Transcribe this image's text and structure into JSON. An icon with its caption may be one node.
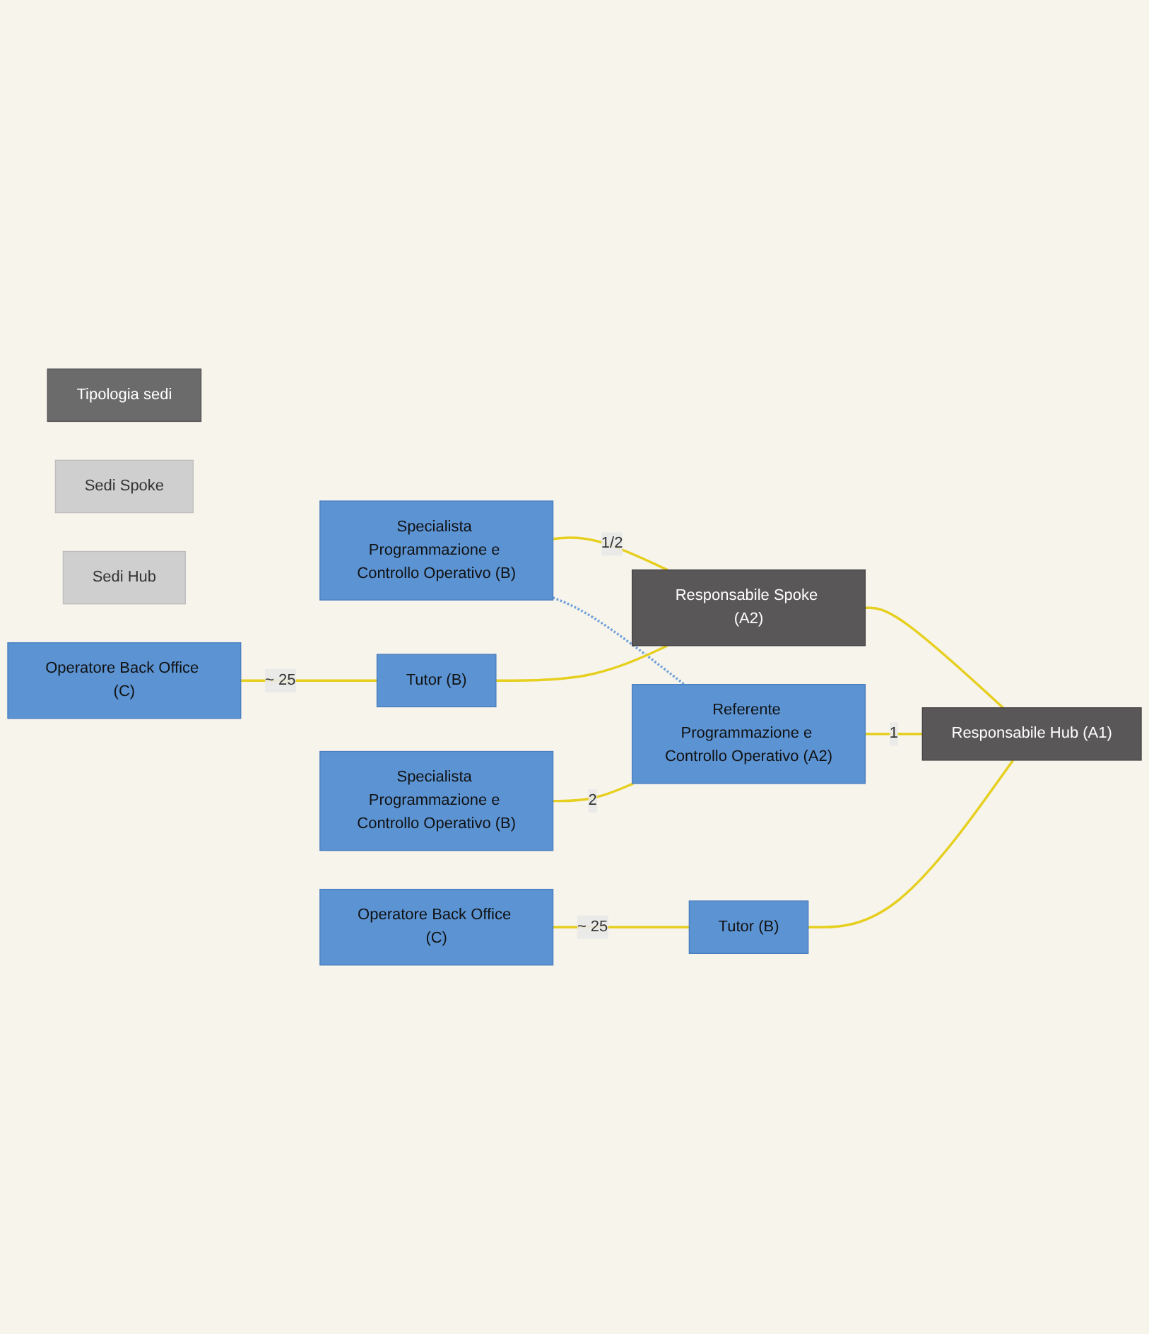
{
  "diagram": {
    "nodes": [
      {
        "text": [
          "Tipologia sedi"
        ]
      },
      {
        "text": [
          "Sedi Spoke"
        ]
      },
      {
        "text": [
          "Sedi Hub"
        ]
      },
      {
        "text": [
          "Specialista Programmazione e Controllo Operativo (B)"
        ]
      },
      {
        "text": [
          "Operatore Back Office (C)"
        ]
      },
      {
        "text": [
          "Tutor (B)"
        ]
      },
      {
        "text": [
          "Responsabile Spoke (A2)"
        ]
      },
      {
        "text": [
          "Specialista Programmazione e Controllo Operativo (B)"
        ]
      },
      {
        "text": [
          "Referente Programmazione e Controllo Operativo (A2)"
        ]
      },
      {
        "text": [
          "Operatore Back Office (C)"
        ]
      },
      {
        "text": [
          "Tutor (B)"
        ]
      },
      {
        "text": [
          "Responsabile Hub (A1)"
        ]
      }
    ],
    "edges": [
      {
        "from": 3,
        "to": 8,
        "arrow": "none",
        "style": "dashed",
        "color": "#6fa0d8"
      },
      {
        "from": 4,
        "to": 5,
        "arrow": "none",
        "label": "~ 25"
      },
      {
        "from": 5,
        "to": 6,
        "arrow": "none"
      },
      {
        "from": 3,
        "to": 6,
        "arrow": "none",
        "label": "1/2"
      },
      {
        "from": 7,
        "to": 8,
        "arrow": "none",
        "label": "2"
      },
      {
        "from": 9,
        "to": 10,
        "arrow": "none",
        "label": "~ 25"
      },
      {
        "from": 10,
        "to": 11,
        "arrow": "none"
      },
      {
        "from": 8,
        "to": 11,
        "arrow": "none",
        "label": "1"
      },
      {
        "from": 6,
        "to": 11,
        "arrow": "none"
      }
    ]
  }
}
